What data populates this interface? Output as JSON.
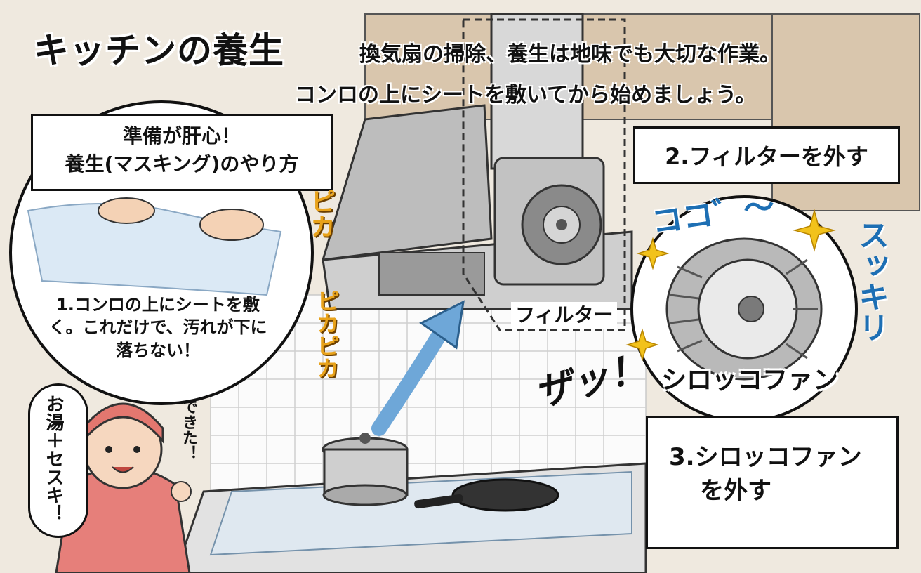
{
  "title": "キッチンの養生",
  "lead": {
    "line1": "換気扇の掃除、養生は地味でも大切な作業。",
    "line2": "コンロの上にシートを敷いてから始めましょう。"
  },
  "prep_box": {
    "line1": "準備が肝心！",
    "line2": "養生(マスキング)のやり方"
  },
  "step1": "1.コンロの上にシートを敷く。これだけで、汚れが下に落ちない！",
  "step2": "2.フィルターを外す",
  "step3": {
    "line1": "3.シロッコファン",
    "line2": "を外す"
  },
  "labels": {
    "filter": "フィルター",
    "sirocco": "シロッコファン"
  },
  "sfx": {
    "koko": "ココ゛〜",
    "zah": "ザッ！",
    "pika1": "ピカ",
    "pika2": "ピカピカ",
    "sukkiri": "スッキリ"
  },
  "character": {
    "speech": "お湯＋セスキ！",
    "done": "できた！"
  },
  "colors": {
    "accent_blue": "#1d6fb4",
    "sparkle_gold": "#e8a21a",
    "apron": "#e67f7a"
  }
}
